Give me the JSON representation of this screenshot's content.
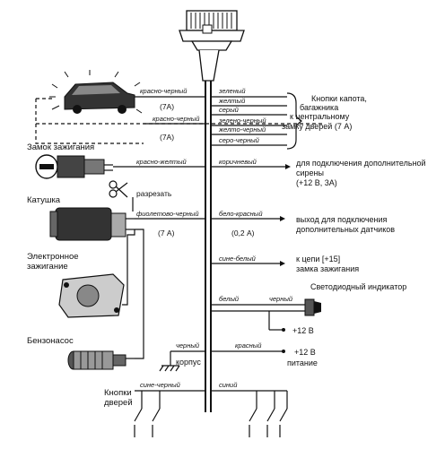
{
  "labels": {
    "hood_buttons": [
      "Кнопки капота,",
      "багажника",
      "к центральному",
      "замку дверей (7 А)"
    ],
    "ignition_lock": "Замок зажигания",
    "coil": "Катушка",
    "cut": "разрезать",
    "electronic_ignition": [
      "Электронное",
      "зажигание"
    ],
    "fuel_pump": "Бензонасос",
    "door_buttons": [
      "Кнопки",
      "дверей"
    ],
    "siren_conn": [
      "для подключения дополнительной",
      "сирены",
      "(+12 В, 3А)"
    ],
    "sensors_out": [
      "выход для подключения",
      "дополнительных датчиков"
    ],
    "circuit15": [
      "к цепи [+15]",
      "замка зажигания"
    ],
    "led": "Светодиодный индикатор",
    "plus12": "+12 В",
    "supply": [
      "+12 В",
      "питание"
    ],
    "ground": "корпус"
  },
  "wires": {
    "red_black_1": "красно-черный",
    "red_black_2": "красно-черный",
    "green": "зеленый",
    "yellow": "желтый",
    "gray": "серый",
    "green_black": "зелено-черный",
    "yellow_black": "желто-черный",
    "gray_black": "серо-черный",
    "red_yellow": "красно-желтый",
    "brown": "коричневый",
    "violet_black": "фиолетово-черный",
    "white_red": "бело-красный",
    "blue_white": "сине-белый",
    "white": "белый",
    "black_1": "черный",
    "black_2": "черный",
    "red": "красный",
    "blue_black": "сине-черный",
    "blue": "синий"
  },
  "ratings": {
    "a7_1": "(7А)",
    "a7_2": "(7А)",
    "a7_3": "(7 А)",
    "a02": "(0,2 А)"
  }
}
